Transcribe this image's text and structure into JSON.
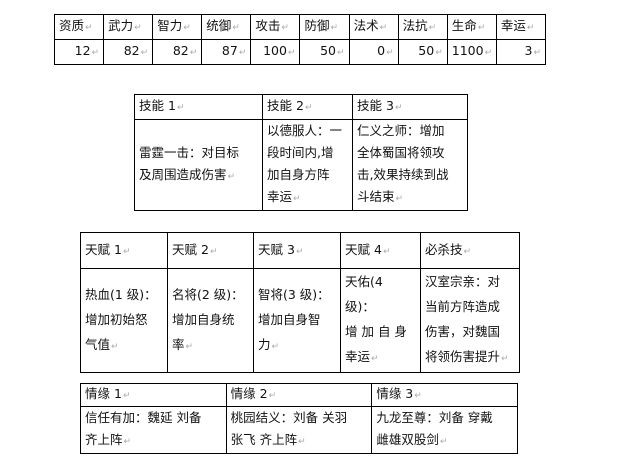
{
  "stats": {
    "headers": [
      "资质",
      "武力",
      "智力",
      "统御",
      "攻击",
      "防御",
      "法术",
      "法抗",
      "生命",
      "幸运"
    ],
    "values": [
      "12",
      "82",
      "82",
      "87",
      "100",
      "50",
      "0",
      "50",
      "1100",
      "3"
    ]
  },
  "skills": {
    "headers": [
      "技能 1",
      "技能 2",
      "技能 3"
    ],
    "descriptions": [
      "雷霆一击：对目标\n及周围造成伤害",
      "以德服人：一\n段时间内,增\n加自身方阵\n幸运",
      "仁义之师：增加\n全体蜀国将领攻\n击,效果持续到战\n斗结束"
    ]
  },
  "talents": {
    "headers": [
      "天赋 1",
      "天赋 2",
      "天赋 3",
      "天赋 4",
      "必杀技"
    ],
    "descriptions": [
      "热血(1 级)：\n增加初始怒\n气值",
      "名将(2 级)：\n增加自身统\n率",
      "智将(3 级)：\n增加自身智\n力",
      "天佑(4 级)：\n增 加 自 身\n幸运",
      "汉室宗亲：对\n当前方阵造成\n伤害，对魏国\n将领伤害提升"
    ]
  },
  "bonds": {
    "headers": [
      "情缘 1",
      "情缘 2",
      "情缘 3"
    ],
    "descriptions": [
      "信任有加：魏延 刘备\n齐上阵",
      "桃园结义：刘备 关羽\n张飞 齐上阵",
      "九龙至尊：刘备 穿戴\n雌雄双股剑"
    ]
  }
}
